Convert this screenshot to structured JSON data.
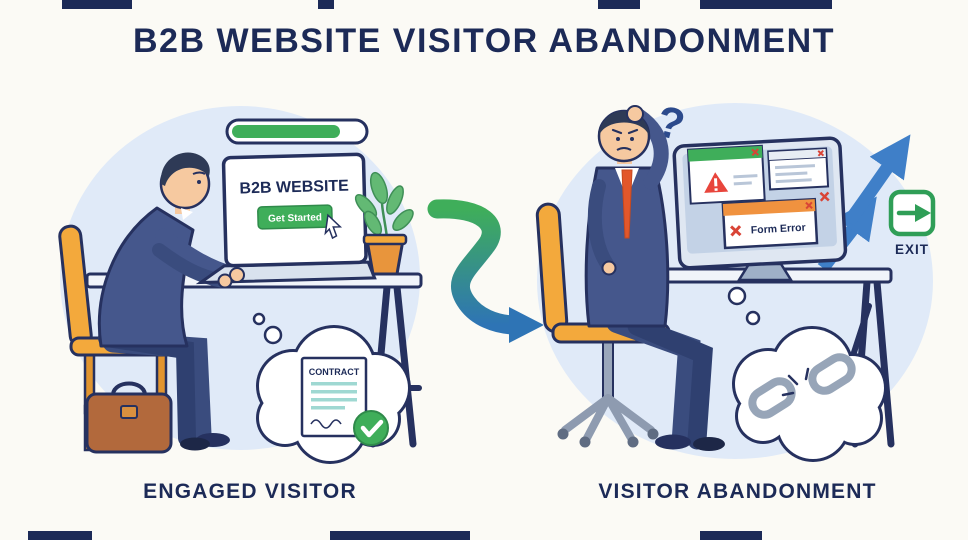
{
  "title": "B2B WEBSITE VISITOR ABANDONMENT",
  "left_scene": {
    "caption": "ENGAGED VISITOR",
    "laptop": {
      "heading": "B2B WEBSITE",
      "cta_label": "Get Started"
    },
    "thought_bubble": {
      "document_title": "CONTRACT"
    }
  },
  "right_scene": {
    "caption": "VISITOR ABANDONMENT",
    "question_mark": "?",
    "monitor": {
      "error_popup_label": "Form Error"
    },
    "exit": {
      "label": "EXIT"
    }
  },
  "colors": {
    "navy": "#1c2a57",
    "green": "#3fae5a",
    "blue": "#2e74b5",
    "arrow_blue": "#3f7fc8",
    "chair_orange": "#f3a93c",
    "popup_orange": "#f0923f",
    "error_red": "#e8453c",
    "tie_red": "#e2572b",
    "blob_blue": "#e0eaf8",
    "briefcase_brown": "#b2693c"
  }
}
